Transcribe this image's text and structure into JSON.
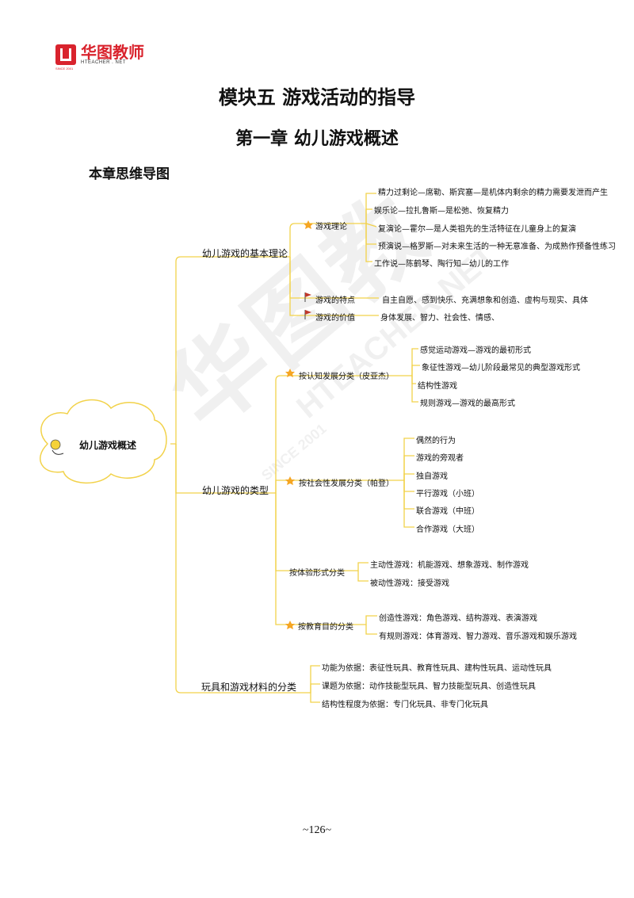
{
  "header": {
    "logo_cn": "华图教师",
    "logo_en": "HTEACHER . NET",
    "logo_since": "SINCE 2001"
  },
  "titles": {
    "module": "模块五  游戏活动的指导",
    "chapter": "第一章  幼儿游戏概述",
    "section": "本章思维导图"
  },
  "mindmap": {
    "root": "幼儿游戏概述",
    "theory": {
      "label": "幼儿游戏的基本理论",
      "game_theory": {
        "label": "游戏理论",
        "items": [
          "精力过剩论—席勒、斯宾塞—是机体内剩余的精力需要发泄而产生",
          "娱乐论—拉扎鲁斯—是松弛、恢复精力",
          "复演论—霍尔—是人类祖先的生活特征在儿童身上的复演",
          "预演说—格罗斯—对未来生活的一种无意准备、为成熟作预备性练习",
          "工作说—陈鹤琴、陶行知—幼儿的工作"
        ]
      },
      "features": {
        "label": "游戏的特点",
        "value": "自主自愿、感到快乐、充满想象和创造、虚构与现实、具体"
      },
      "values": {
        "label": "游戏的价值",
        "value": "身体发展、智力、社会性、情感、"
      }
    },
    "types": {
      "label": "幼儿游戏的类型",
      "cognitive": {
        "label": "按认知发展分类（皮亚杰）",
        "items": [
          "感觉运动游戏—游戏的最初形式",
          "象征性游戏—幼儿阶段最常见的典型游戏形式",
          "结构性游戏",
          "规则游戏—游戏的最高形式"
        ]
      },
      "social": {
        "label": "按社会性发展分类（帕登）",
        "items": [
          "偶然的行为",
          "游戏的旁观者",
          "独自游戏",
          "平行游戏（小班）",
          "联合游戏（中班）",
          "合作游戏（大班）"
        ]
      },
      "experience": {
        "label": "按体验形式分类",
        "items": [
          "主动性游戏：机能游戏、想象游戏、制作游戏",
          "被动性游戏：接受游戏"
        ]
      },
      "education": {
        "label": "按教育目的分类",
        "items": [
          "创造性游戏：角色游戏、结构游戏、表演游戏",
          "有规则游戏：体育游戏、智力游戏、音乐游戏和娱乐游戏"
        ]
      }
    },
    "toys": {
      "label": "玩具和游戏材料的分类",
      "items": [
        "功能为依据：表征性玩具、教育性玩具、建构性玩具、运动性玩具",
        "课题为依据：动作技能型玩具、智力技能型玩具、创造性玩具",
        "结构性程度为依据：专门化玩具、非专门化玩具"
      ]
    }
  },
  "watermark": {
    "cn": "华图教",
    "en": "HTEACHER.NET",
    "since": "SINCE 2001"
  },
  "footer": {
    "page": "~126~"
  },
  "colors": {
    "line": "#f2d24a",
    "star": "#f5a623",
    "flag": "#c0392b",
    "brand": "#d9232d"
  }
}
